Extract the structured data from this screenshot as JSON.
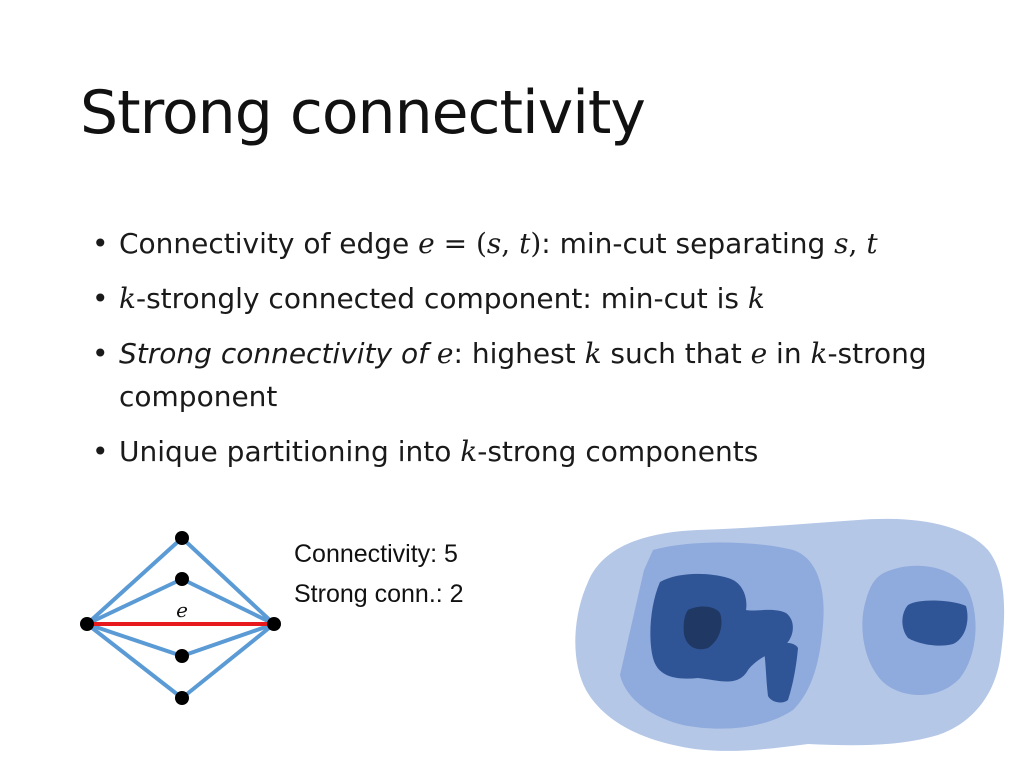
{
  "slide": {
    "title": "Strong connectivity",
    "bullets": [
      {
        "parts": [
          {
            "t": "Connectivity of edge ",
            "s": "n"
          },
          {
            "t": "e",
            "s": "m"
          },
          {
            "t": " = (",
            "s": "mu"
          },
          {
            "t": "s",
            "s": "m"
          },
          {
            "t": ", ",
            "s": "mu"
          },
          {
            "t": "t",
            "s": "m"
          },
          {
            "t": ")",
            "s": "mu"
          },
          {
            "t": ": min-cut separating ",
            "s": "n"
          },
          {
            "t": "s",
            "s": "m"
          },
          {
            "t": ", ",
            "s": "mu"
          },
          {
            "t": "t",
            "s": "m"
          }
        ]
      },
      {
        "parts": [
          {
            "t": "k",
            "s": "m"
          },
          {
            "t": "-strongly connected component: min-cut is ",
            "s": "n"
          },
          {
            "t": "k",
            "s": "m"
          }
        ]
      },
      {
        "parts": [
          {
            "t": "Strong connectivity of ",
            "s": "it"
          },
          {
            "t": "e",
            "s": "m"
          },
          {
            "t": ": highest ",
            "s": "n"
          },
          {
            "t": "k",
            "s": "m"
          },
          {
            "t": " such that ",
            "s": "n"
          },
          {
            "t": "e",
            "s": "m"
          },
          {
            "t": " in ",
            "s": "n"
          },
          {
            "t": "k",
            "s": "m"
          },
          {
            "t": "-strong component",
            "s": "n"
          }
        ]
      },
      {
        "parts": [
          {
            "t": "Unique partitioning into ",
            "s": "n"
          },
          {
            "t": "k",
            "s": "m"
          },
          {
            "t": "-strong components",
            "s": "n"
          }
        ]
      }
    ],
    "connectivity_label": "Connectivity: 5",
    "strong_conn_label": "Strong conn.: 2",
    "edge_label": "e",
    "colors": {
      "graph_edge": "#5b9bd5",
      "highlighted_edge": "#e8191d",
      "node": "#000000",
      "blob_level1": "#b4c7e7",
      "blob_level2": "#8faadc",
      "blob_level3": "#2f5597",
      "blob_level4": "#203864"
    }
  }
}
